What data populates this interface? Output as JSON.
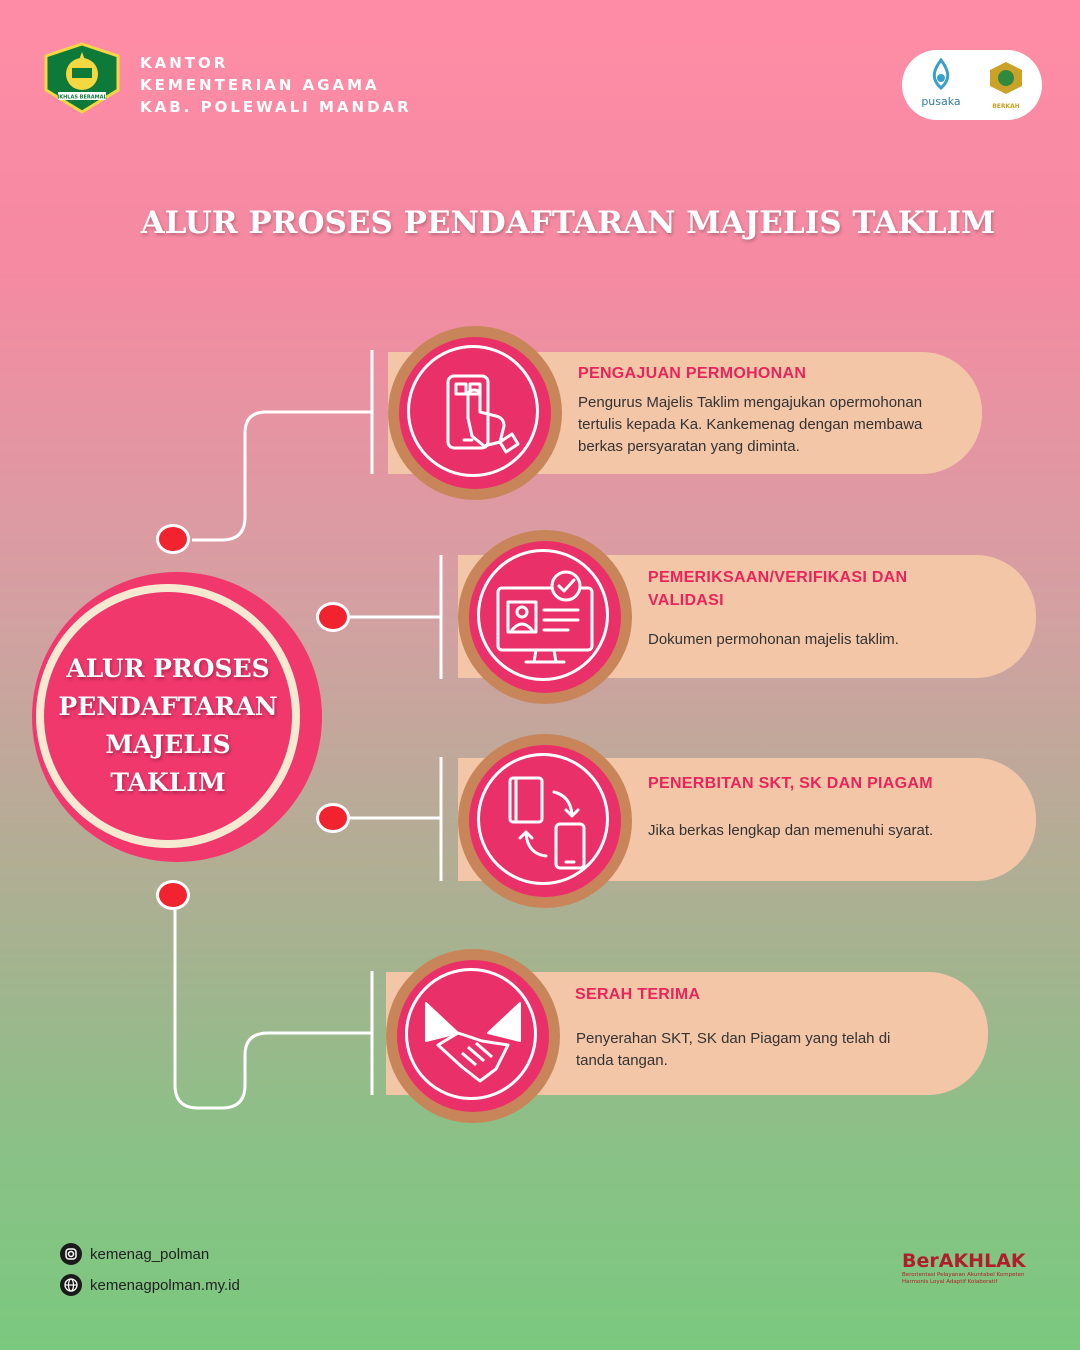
{
  "header": {
    "org_line1": "KANTOR",
    "org_line2": "KEMENTERIAN AGAMA",
    "org_line3": "KAB. POLEWALI MANDAR",
    "logo_ribbon_text": "IKHLAS BERAMAL",
    "partner_logo1_text": "pusaka",
    "partner_logo2_text": "BERKAH"
  },
  "title": "ALUR PROSES PENDAFTARAN MAJELIS TAKLIM",
  "center": {
    "line1": "ALUR PROSES",
    "line2": "PENDAFTARAN",
    "line3": "MAJELIS",
    "line4": "TAKLIM"
  },
  "steps": [
    {
      "title": "PENGAJUAN PERMOHONAN",
      "desc_line1": "Pengurus Majelis Taklim mengajukan opermohonan",
      "desc_line2": "tertulis kepada Ka. Kankemenag dengan membawa",
      "desc_line3": "berkas persyaratan yang diminta.",
      "icon": "tap-phone-icon"
    },
    {
      "title_line1": "PEMERIKSAAN/VERIFIKASI DAN",
      "title_line2": "VALIDASI",
      "desc": "Dokumen permohonan majelis taklim.",
      "icon": "verified-id-monitor-icon"
    },
    {
      "title": "PENERBITAN SKT, SK DAN PIAGAM",
      "desc": "Jika berkas lengkap dan memenuhi syarat.",
      "icon": "document-transfer-icon"
    },
    {
      "title": "SERAH TERIMA",
      "desc_line1": "Penyerahan SKT, SK dan Piagam yang telah di",
      "desc_line2": "tanda tangan.",
      "icon": "handshake-icon"
    }
  ],
  "footer": {
    "instagram": "kemenag_polman",
    "website": "kemenagpolman.my.id",
    "brand": "BerAKHLAK",
    "brand_sub1": "Berorientasi Pelayanan Akuntabel Kompeten",
    "brand_sub2": "Harmonis Loyal Adaptif Kolaboratif"
  },
  "colors": {
    "accent": "#ea3068",
    "card": "#f4c6a8",
    "dot": "#f0232f",
    "ring": "#c8855a"
  }
}
